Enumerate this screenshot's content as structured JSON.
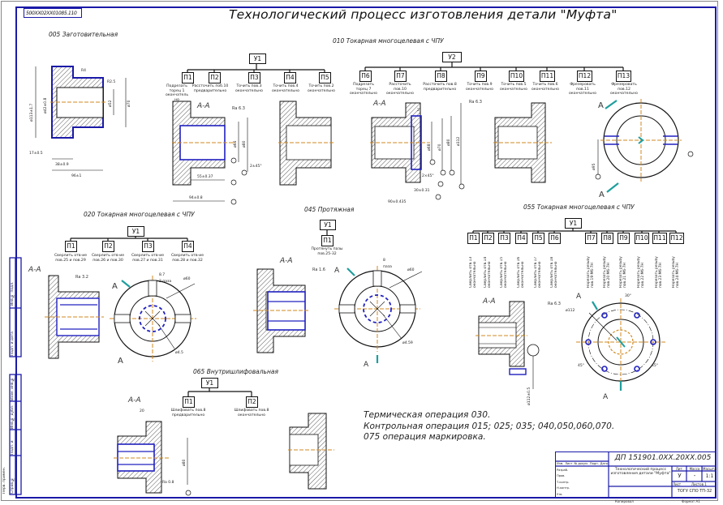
{
  "drawing": {
    "doc_number": "500ХХ02ХХ01085.110",
    "title": "Технологический процесс изготовления детали \"Муфта\"",
    "colors": {
      "frame": "#1a1aa8",
      "hatch": "#333333",
      "axis": "#d08a20",
      "surface": "#2020c0",
      "mark": "#1f9e9e"
    }
  },
  "operations": {
    "op005": {
      "name": "005 Заготовительная"
    },
    "op010": {
      "name": "010 Токарная многоцелевая с ЧПУ",
      "setup1": "У1",
      "setup1_steps": [
        {
          "id": "П1",
          "text": "Подрезать торец 1 окончательно"
        },
        {
          "id": "П2",
          "text": "Рассточить поб.10 предварительно"
        },
        {
          "id": "П3",
          "text": "Точить пов.3 окончательно"
        },
        {
          "id": "П4",
          "text": "Точить пов.4 окончательно"
        },
        {
          "id": "П5",
          "text": "Точить пов.2 окончательно"
        }
      ],
      "setup2": "У2",
      "setup2_steps": [
        {
          "id": "П6",
          "text": "Подрезать торец 7 окончательно"
        },
        {
          "id": "П7",
          "text": "Рассточить пов.10 окончательно"
        },
        {
          "id": "П8",
          "text": "Рассточить пов.8 предварительно"
        },
        {
          "id": "П9",
          "text": "Точить пов.9 окончательно"
        },
        {
          "id": "П10",
          "text": "Точить пов.5 окончательно"
        },
        {
          "id": "П11",
          "text": "Точить пов.6 окончательно"
        },
        {
          "id": "П12",
          "text": "Фрезеровать пов.11 окончательно"
        },
        {
          "id": "П13",
          "text": "Фрезеровать пов.12 окончательно"
        }
      ]
    },
    "op020": {
      "name": "020 Токарная многоцелевая с ЧПУ",
      "setup": "У1",
      "steps": [
        {
          "id": "П1",
          "text": "Сверлить отв-ие пов.25 и пов.29"
        },
        {
          "id": "П2",
          "text": "Сверлить отв-ие пов.26 и пов.30"
        },
        {
          "id": "П3",
          "text": "Сверлить отв-ие пов.27 и пов.31"
        },
        {
          "id": "П4",
          "text": "Сверлить отв-ие пов.28 и пов.32"
        }
      ]
    },
    "op045": {
      "name": "045 Протяжная",
      "setup": "У1",
      "steps": [
        {
          "id": "П1",
          "text": "Протянуть пазы пов.25-32"
        }
      ]
    },
    "op055": {
      "name": "055 Токарная многоцелевая с ЧПУ",
      "setup": "У1",
      "steps": [
        {
          "id": "П1",
          "text": "Сверлить отв.13 окончательно"
        },
        {
          "id": "П2",
          "text": "Сверлить отв.14 окончательно"
        },
        {
          "id": "П3",
          "text": "Сверлить отв.15 окончательно"
        },
        {
          "id": "П4",
          "text": "Сверлить отв.16 окончательно"
        },
        {
          "id": "П5",
          "text": "Сверлить отв.17 окончательно"
        },
        {
          "id": "П6",
          "text": "Сверлить отв.18 окончательно"
        },
        {
          "id": "П7",
          "text": "Нарезать резьбу пов.19 М6-7Н"
        },
        {
          "id": "П8",
          "text": "Нарезать резьбу пов.20 М6-7Н"
        },
        {
          "id": "П9",
          "text": "Нарезать резьбу пов.21 М6-7Н"
        },
        {
          "id": "П10",
          "text": "Нарезать резьбу пов.22 М6-7Н"
        },
        {
          "id": "П11",
          "text": "Нарезать резьбу пов.23 М6-7Н"
        },
        {
          "id": "П12",
          "text": "Нарезать резьбу пов.24 М6-7Н"
        }
      ]
    },
    "op065": {
      "name": "065 Внутришлифовальная",
      "setup": "У1",
      "steps": [
        {
          "id": "П1",
          "text": "Шлифовать пов.8 предварительно"
        },
        {
          "id": "П2",
          "text": "Шлифовать пов.8 окончательно"
        }
      ]
    }
  },
  "labels": {
    "section": "А-А",
    "view": "А",
    "roughness_1": "Ra 6.3",
    "roughness_2": "Ra 6.3",
    "roughness_3": "Ra 3.2",
    "roughness_4": "Ra 1.6",
    "roughness_5": "Ra 6.3"
  },
  "dimensions": {
    "op005": [
      "ø113±1.7",
      "ø42±0.8",
      "ø52",
      "ø70",
      "17±0.5",
      "38±0.9",
      "96±1",
      "R4",
      "R2.5"
    ],
    "op010a": [
      "ø65",
      "ø80",
      "55±0.37",
      "94±0.8",
      "2±45°"
    ],
    "op010b": [
      "ø68",
      "ø70",
      "ø80",
      "ø112",
      "2",
      "2×45°",
      "30±0.31",
      "90±0.435"
    ],
    "op010c": [
      "ø95"
    ],
    "op020": [
      "8.7",
      "2 паза",
      "ø60",
      "ø4.5"
    ],
    "op045": [
      "8",
      "паза",
      "ø60",
      "ø4.59"
    ],
    "op055": [
      "ø112",
      "30°",
      "45°",
      "45°",
      "ø112±0.5"
    ],
    "op065": [
      "20",
      "ø80",
      "Ra 0.8"
    ]
  },
  "notes": [
    "Термическая операция 030.",
    "Контрольная операция 015; 025; 035; 040,050,060,070.",
    "075 операция маркировка."
  ],
  "title_block": {
    "code": "ДП 151901.0ХХ.20ХХ.005",
    "name": "Технологический процесс изготовления детали \"Муфта\"",
    "stage": "У",
    "mass": "-",
    "scale": "1:1",
    "org": "ТОГУ СПО ТП-32",
    "header_cells": [
      "Лит.",
      "Масса",
      "Масштаб"
    ],
    "row_labels": [
      "Изм.",
      "Лист",
      "№ докум.",
      "Подп.",
      "Дата",
      "Разраб.",
      "Пров.",
      "Т.контр.",
      "Н.контр.",
      "Утв."
    ],
    "sheet": "Лист",
    "sheets": "Листов 1",
    "footer_left": "Копировал",
    "footer_right": "Формат А1"
  },
  "side_stamp": [
    "Инв.№ подл.",
    "Подп. и дата",
    "Взам. инв.№",
    "Инв.№ дубл.",
    "Подп. и дата",
    "Справ.№",
    "Перв. примен."
  ]
}
